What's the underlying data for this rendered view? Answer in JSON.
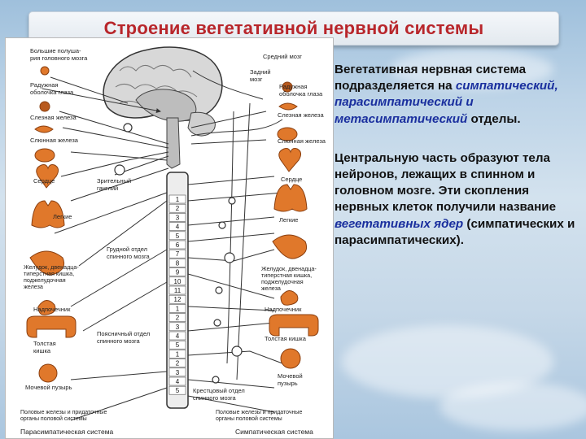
{
  "title": "Строение вегетативной нервной системы",
  "figure": {
    "labels_left": {
      "hemispheres": [
        "Большие полуша-",
        "рия головного мозга"
      ],
      "iris": [
        "Радужная",
        "оболочка глаза"
      ],
      "lacrimal": "Слезная железа",
      "salivary": "Слюнная железа",
      "heart": "Сердце",
      "ciliary": [
        "Зрительный",
        "ганглий"
      ],
      "lungs": "Легкие",
      "thoracic": [
        "Грудной отдел",
        "спинного мозга"
      ],
      "stomach": [
        "Желудок, двенадца-",
        "типерстная кишка,",
        "поджелудочная",
        "железа"
      ],
      "adrenal": "Надпочечник",
      "colon": [
        "Толстая",
        "кишка"
      ],
      "lumbar": [
        "Поясничный отдел",
        "спинного мозга"
      ],
      "bladder": "Мочевой пузырь",
      "gonads": [
        "Половые железы и придаточные",
        "органы половой системы"
      ],
      "system": "Парасимпатическая система"
    },
    "labels_right": {
      "midbrain": "Средний мозг",
      "hindbrain": [
        "Задний",
        "мозг"
      ],
      "iris": [
        "Радужная",
        "оболочка глаза"
      ],
      "lacrimal": "Слезная железа",
      "salivary": "Слюнная железа",
      "heart": "Сердце",
      "lungs": "Легкие",
      "stomach": [
        "Желудок, двенадца-",
        "типерстная кишка,",
        "поджелудочная",
        "железа"
      ],
      "adrenal": "Надпочечник",
      "colon": "Толстая кишка",
      "sacral": [
        "Крестцовый отдел",
        "спинного мозга"
      ],
      "bladder": [
        "Мочевой",
        "пузырь"
      ],
      "gonads": [
        "Половые железы и придаточные",
        "органы половой системы"
      ],
      "system": "Симпатическая система"
    },
    "segments": [
      "1",
      "2",
      "3",
      "4",
      "5",
      "6",
      "7",
      "8",
      "9",
      "10",
      "11",
      "12",
      "1",
      "2",
      "3",
      "4",
      "5",
      "1",
      "2",
      "3",
      "4",
      "5"
    ]
  },
  "text": {
    "p1_plain": "Вегетативная нервная система подразделяется на",
    "p1_em": "симпатический, парасимпатический и метасимпатический",
    "p1_tail": "отделы.",
    "p2_plain": "Центральную часть образуют тела нейронов, лежащих в спинном и головном мозге. Эти скопления нервных клеток получили название",
    "p2_em": "вегетативных ядер",
    "p2_tail": "(симпатических и парасимпатических)."
  },
  "colors": {
    "title": "#b8262b",
    "emphasis": "#1a2f9e",
    "organ": "#e0782b"
  }
}
